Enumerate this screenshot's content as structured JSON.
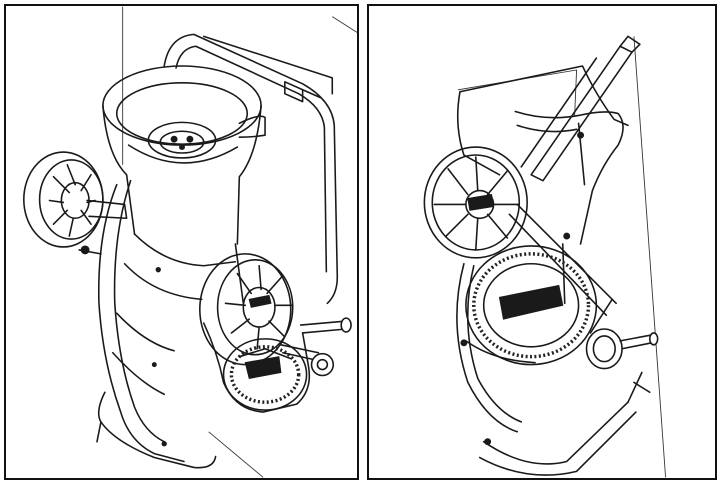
{
  "figure": {
    "panels": [
      {
        "id": "left",
        "depicts": "chipper-shredder-upright-front-view"
      },
      {
        "id": "right",
        "depicts": "chipper-shredder-tilted-back-view"
      }
    ]
  }
}
